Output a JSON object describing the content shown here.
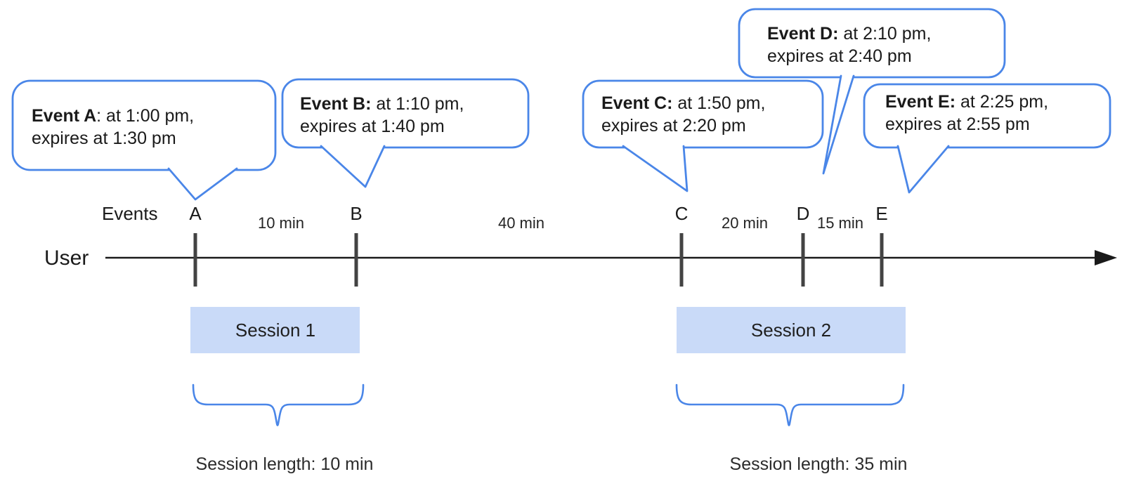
{
  "colors": {
    "bubble_border": "#4a86e8",
    "brace": "#4a86e8",
    "session_fill": "#c9daf8",
    "tick": "#434343",
    "timeline": "#1a1a1a"
  },
  "timeline": {
    "user_label": "User",
    "events_label": "Events"
  },
  "events": [
    {
      "letter": "A",
      "bold": "Event A",
      "rest": ": at 1:00 pm,",
      "line2": "expires at 1:30 pm"
    },
    {
      "letter": "B",
      "bold": "Event B:",
      "rest": " at 1:10 pm,",
      "line2": "expires at 1:40 pm"
    },
    {
      "letter": "C",
      "bold": "Event C:",
      "rest": " at 1:50 pm,",
      "line2": "expires at 2:20 pm"
    },
    {
      "letter": "D",
      "bold": "Event D:",
      "rest": " at 2:10 pm,",
      "line2": "expires at 2:40 pm"
    },
    {
      "letter": "E",
      "bold": "Event E:",
      "rest": " at 2:25 pm,",
      "line2": "expires at 2:55 pm"
    }
  ],
  "intervals": [
    "10 min",
    "40 min",
    "20 min",
    "15 min"
  ],
  "sessions": [
    {
      "label": "Session 1",
      "length_label": "Session length: 10 min"
    },
    {
      "label": "Session 2",
      "length_label": "Session length: 35 min"
    }
  ]
}
